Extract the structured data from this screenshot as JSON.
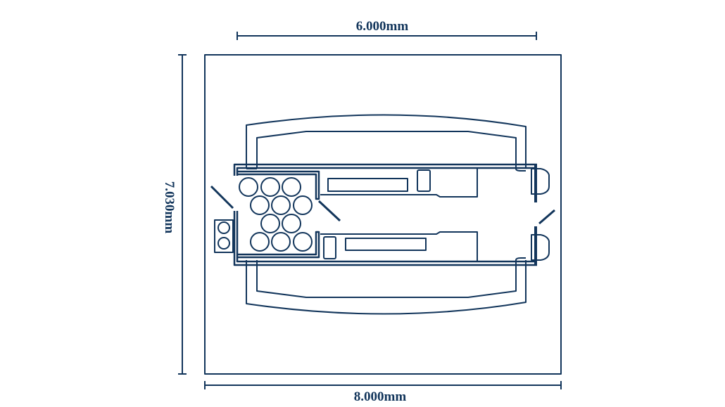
{
  "dimensions": {
    "top_width": "6.000mm",
    "height": "7.030mm",
    "bottom_width": "8.000mm"
  },
  "colors": {
    "stroke": "#12355b",
    "background": "#ffffff"
  }
}
